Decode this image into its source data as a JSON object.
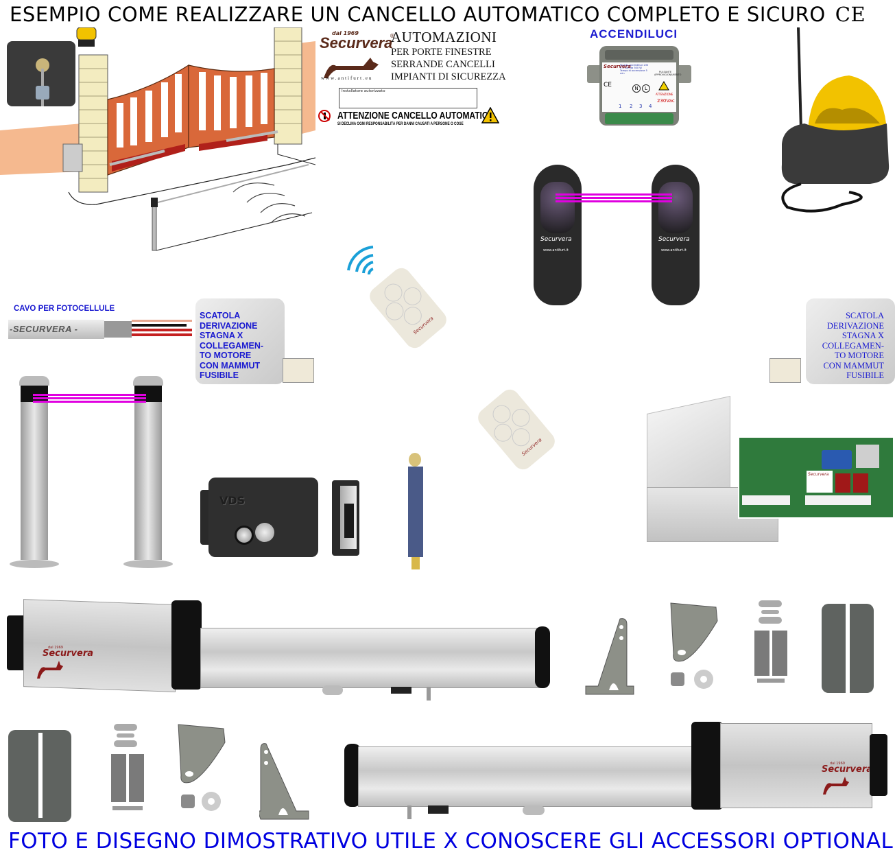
{
  "header": {
    "title": "ESEMPIO COME REALIZZARE UN CANCELLO AUTOMATICO COMPLETO E SICURO",
    "ce_mark": "CE"
  },
  "sign": {
    "brand_since": "dal 1969",
    "brand_name": "Securvera",
    "registered": "®",
    "lines": [
      "AUTOMAZIONI",
      "PER PORTE FINESTRE",
      "SERRANDE CANCELLI",
      "IMPIANTI DI SICUREZZA"
    ],
    "url": "www.antifurt.eu",
    "installer_label": "Installatore autorizzato",
    "warning_title": "ATTENZIONE CANCELLO AUTOMATICO",
    "warning_subtitle": "SI DECLINA OGNI RESPONSABILITÀ PER DANNI CAUSATI A PERSONE O COSE"
  },
  "accendiluci": {
    "title": "ACCENDILUCI",
    "module_brand": "Securvera",
    "module_text": "SV-CAL Accendiluci 230 V 2 Luci da 500 W. Tempo di accensione 5 min",
    "button_label": "PULSANTE APPROVIGIONAMENTO",
    "terminals": [
      "1",
      "2",
      "3",
      "4"
    ],
    "n_label": "N",
    "l_label": "L",
    "warning": "ATTENZIONE",
    "voltage": "230Vac"
  },
  "cable": {
    "label": "CAVO PER FOTOCELLULE",
    "printed_text": "-SECURVERA -"
  },
  "junction_box_left": {
    "lines": [
      "SCATOLA",
      "DERIVAZIONE",
      "STAGNA X",
      "COLLEGAMEN-",
      "TO MOTORE",
      "CON MAMMUT",
      "FUSIBILE"
    ]
  },
  "junction_box_right": {
    "lines": [
      "SCATOLA",
      "DERIVAZIONE",
      "STAGNA X",
      "COLLEGAMEN-",
      "TO MOTORE",
      "CON MAMMUT",
      "FUSIBILE"
    ]
  },
  "photocells": {
    "brand": "Securvera",
    "url": "www.antifurt.it"
  },
  "lock": {
    "brand": "VDS"
  },
  "motor": {
    "brand_since": "dal 1969",
    "brand": "Securvera"
  },
  "remote": {
    "brand": "Securvera"
  },
  "footer": {
    "caption": "FOTO E DISEGNO DIMOSTRATIVO UTILE X CONOSCERE GLI ACCESSORI OPTIONAL"
  },
  "colors": {
    "caption_blue": "#0000e0",
    "label_blue": "#1a1ad0",
    "beam_magenta": "#e000e0",
    "brand_red": "#8b1a1a",
    "gate_orange": "#d9683a",
    "lamp_yellow": "#f2c200"
  }
}
